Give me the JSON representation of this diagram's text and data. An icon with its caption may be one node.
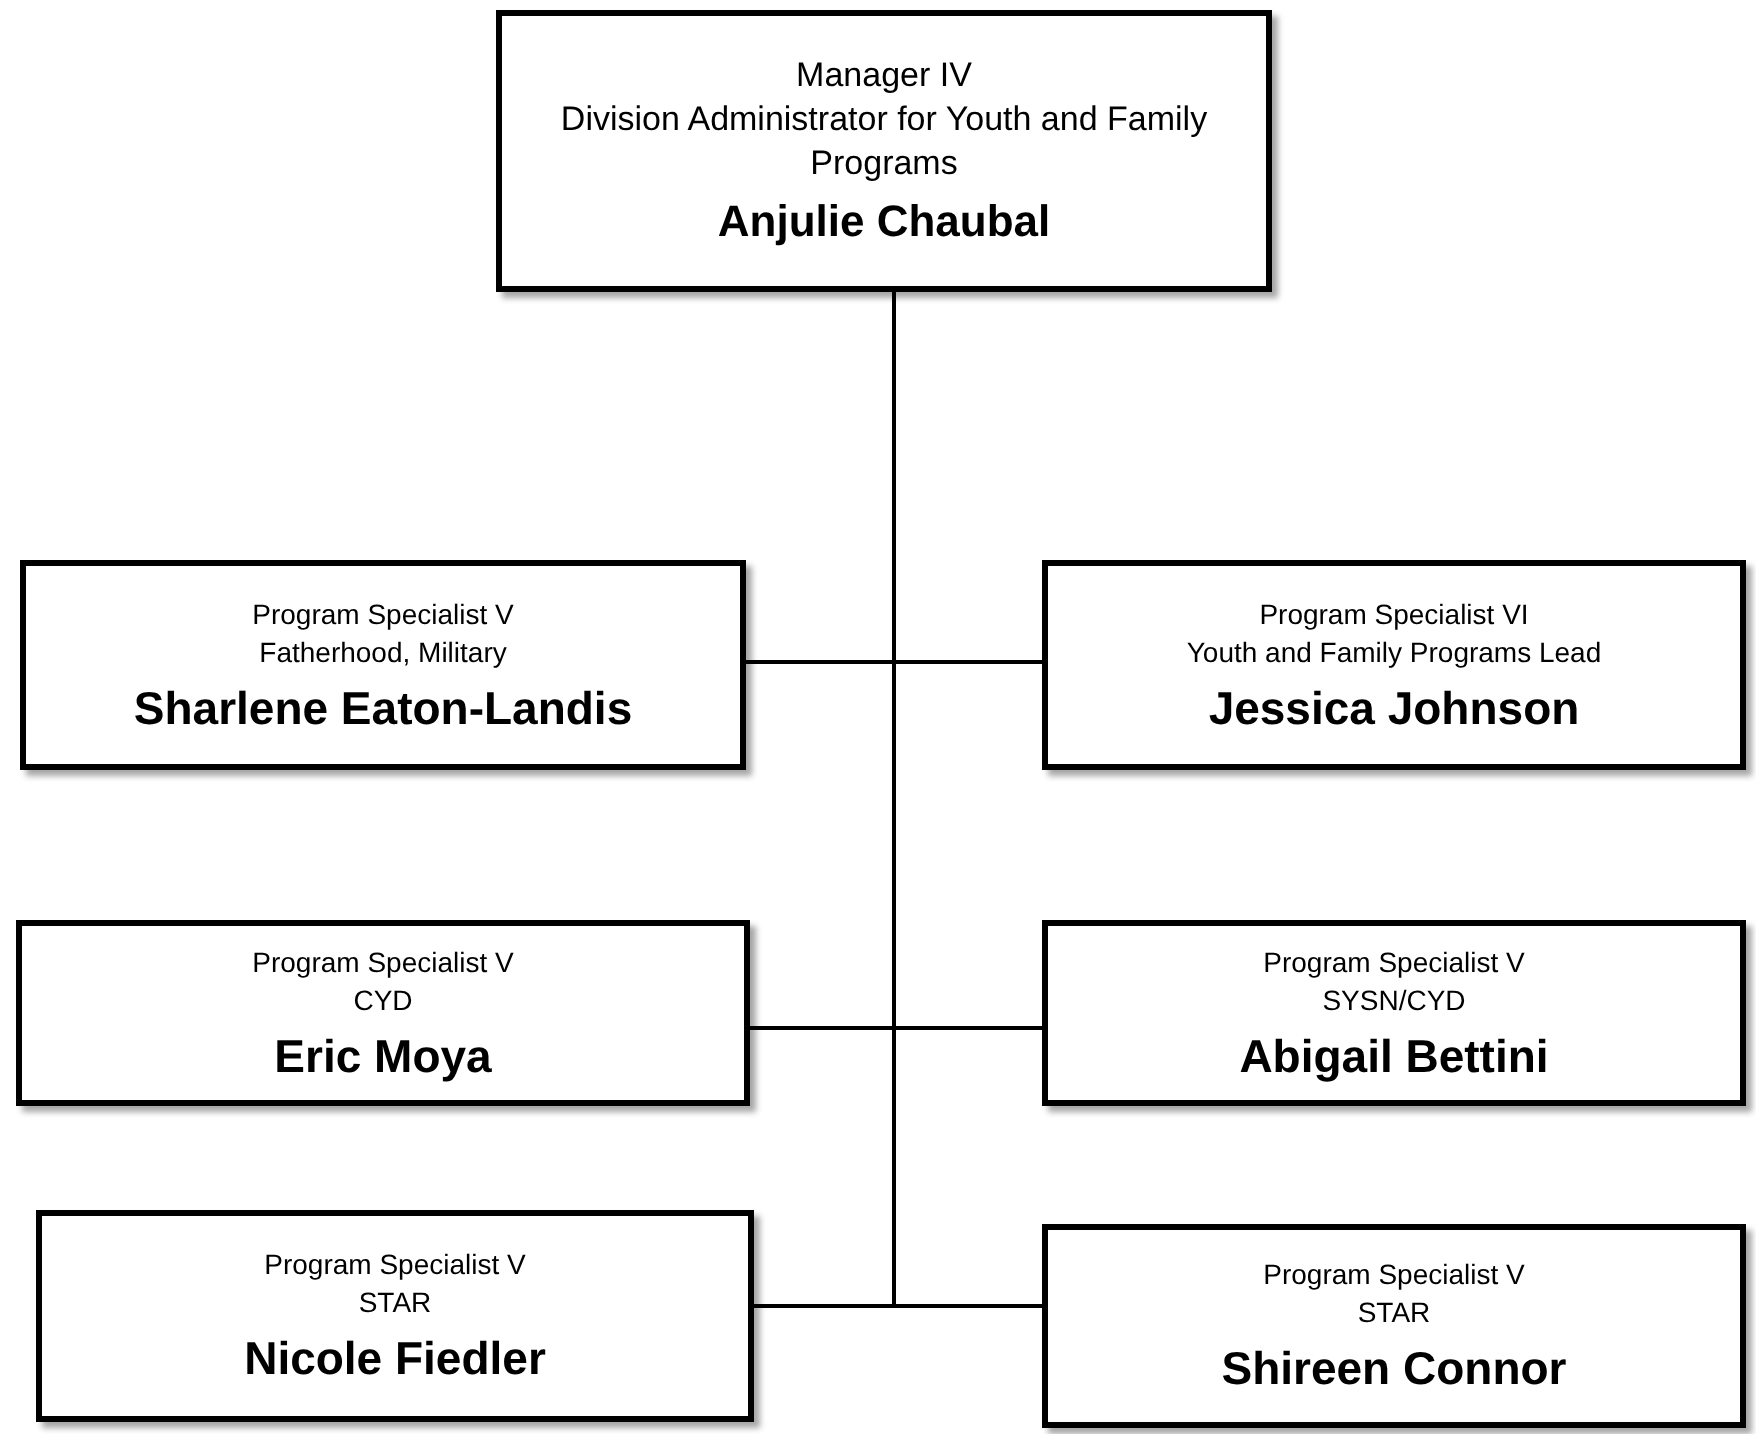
{
  "diagram": {
    "nodes": [
      {
        "text": [
          "Manager IV",
          "Division Administrator for Youth and Family Programs",
          "Anjulie Chaubal"
        ]
      },
      {
        "text": [
          "Program Specialist V",
          "Fatherhood, Military",
          "Sharlene Eaton-Landis"
        ]
      },
      {
        "text": [
          "Program Specialist VI",
          "Youth and Family Programs Lead",
          "Jessica Johnson"
        ]
      },
      {
        "text": [
          "Program Specialist V",
          "CYD",
          "Eric Moya"
        ]
      },
      {
        "text": [
          "Program Specialist V",
          "SYSN/CYD",
          "Abigail Bettini"
        ]
      },
      {
        "text": [
          "Program Specialist V",
          "STAR",
          "Nicole Fiedler"
        ]
      },
      {
        "text": [
          "Program Specialist V",
          "STAR",
          "Shireen Connor"
        ]
      }
    ],
    "edges": [
      {
        "from": 0,
        "to": 1,
        "arrow": "none"
      },
      {
        "from": 0,
        "to": 2,
        "arrow": "none"
      },
      {
        "from": 0,
        "to": 3,
        "arrow": "none"
      },
      {
        "from": 0,
        "to": 4,
        "arrow": "none"
      },
      {
        "from": 0,
        "to": 5,
        "arrow": "none"
      },
      {
        "from": 0,
        "to": 6,
        "arrow": "none"
      }
    ]
  }
}
